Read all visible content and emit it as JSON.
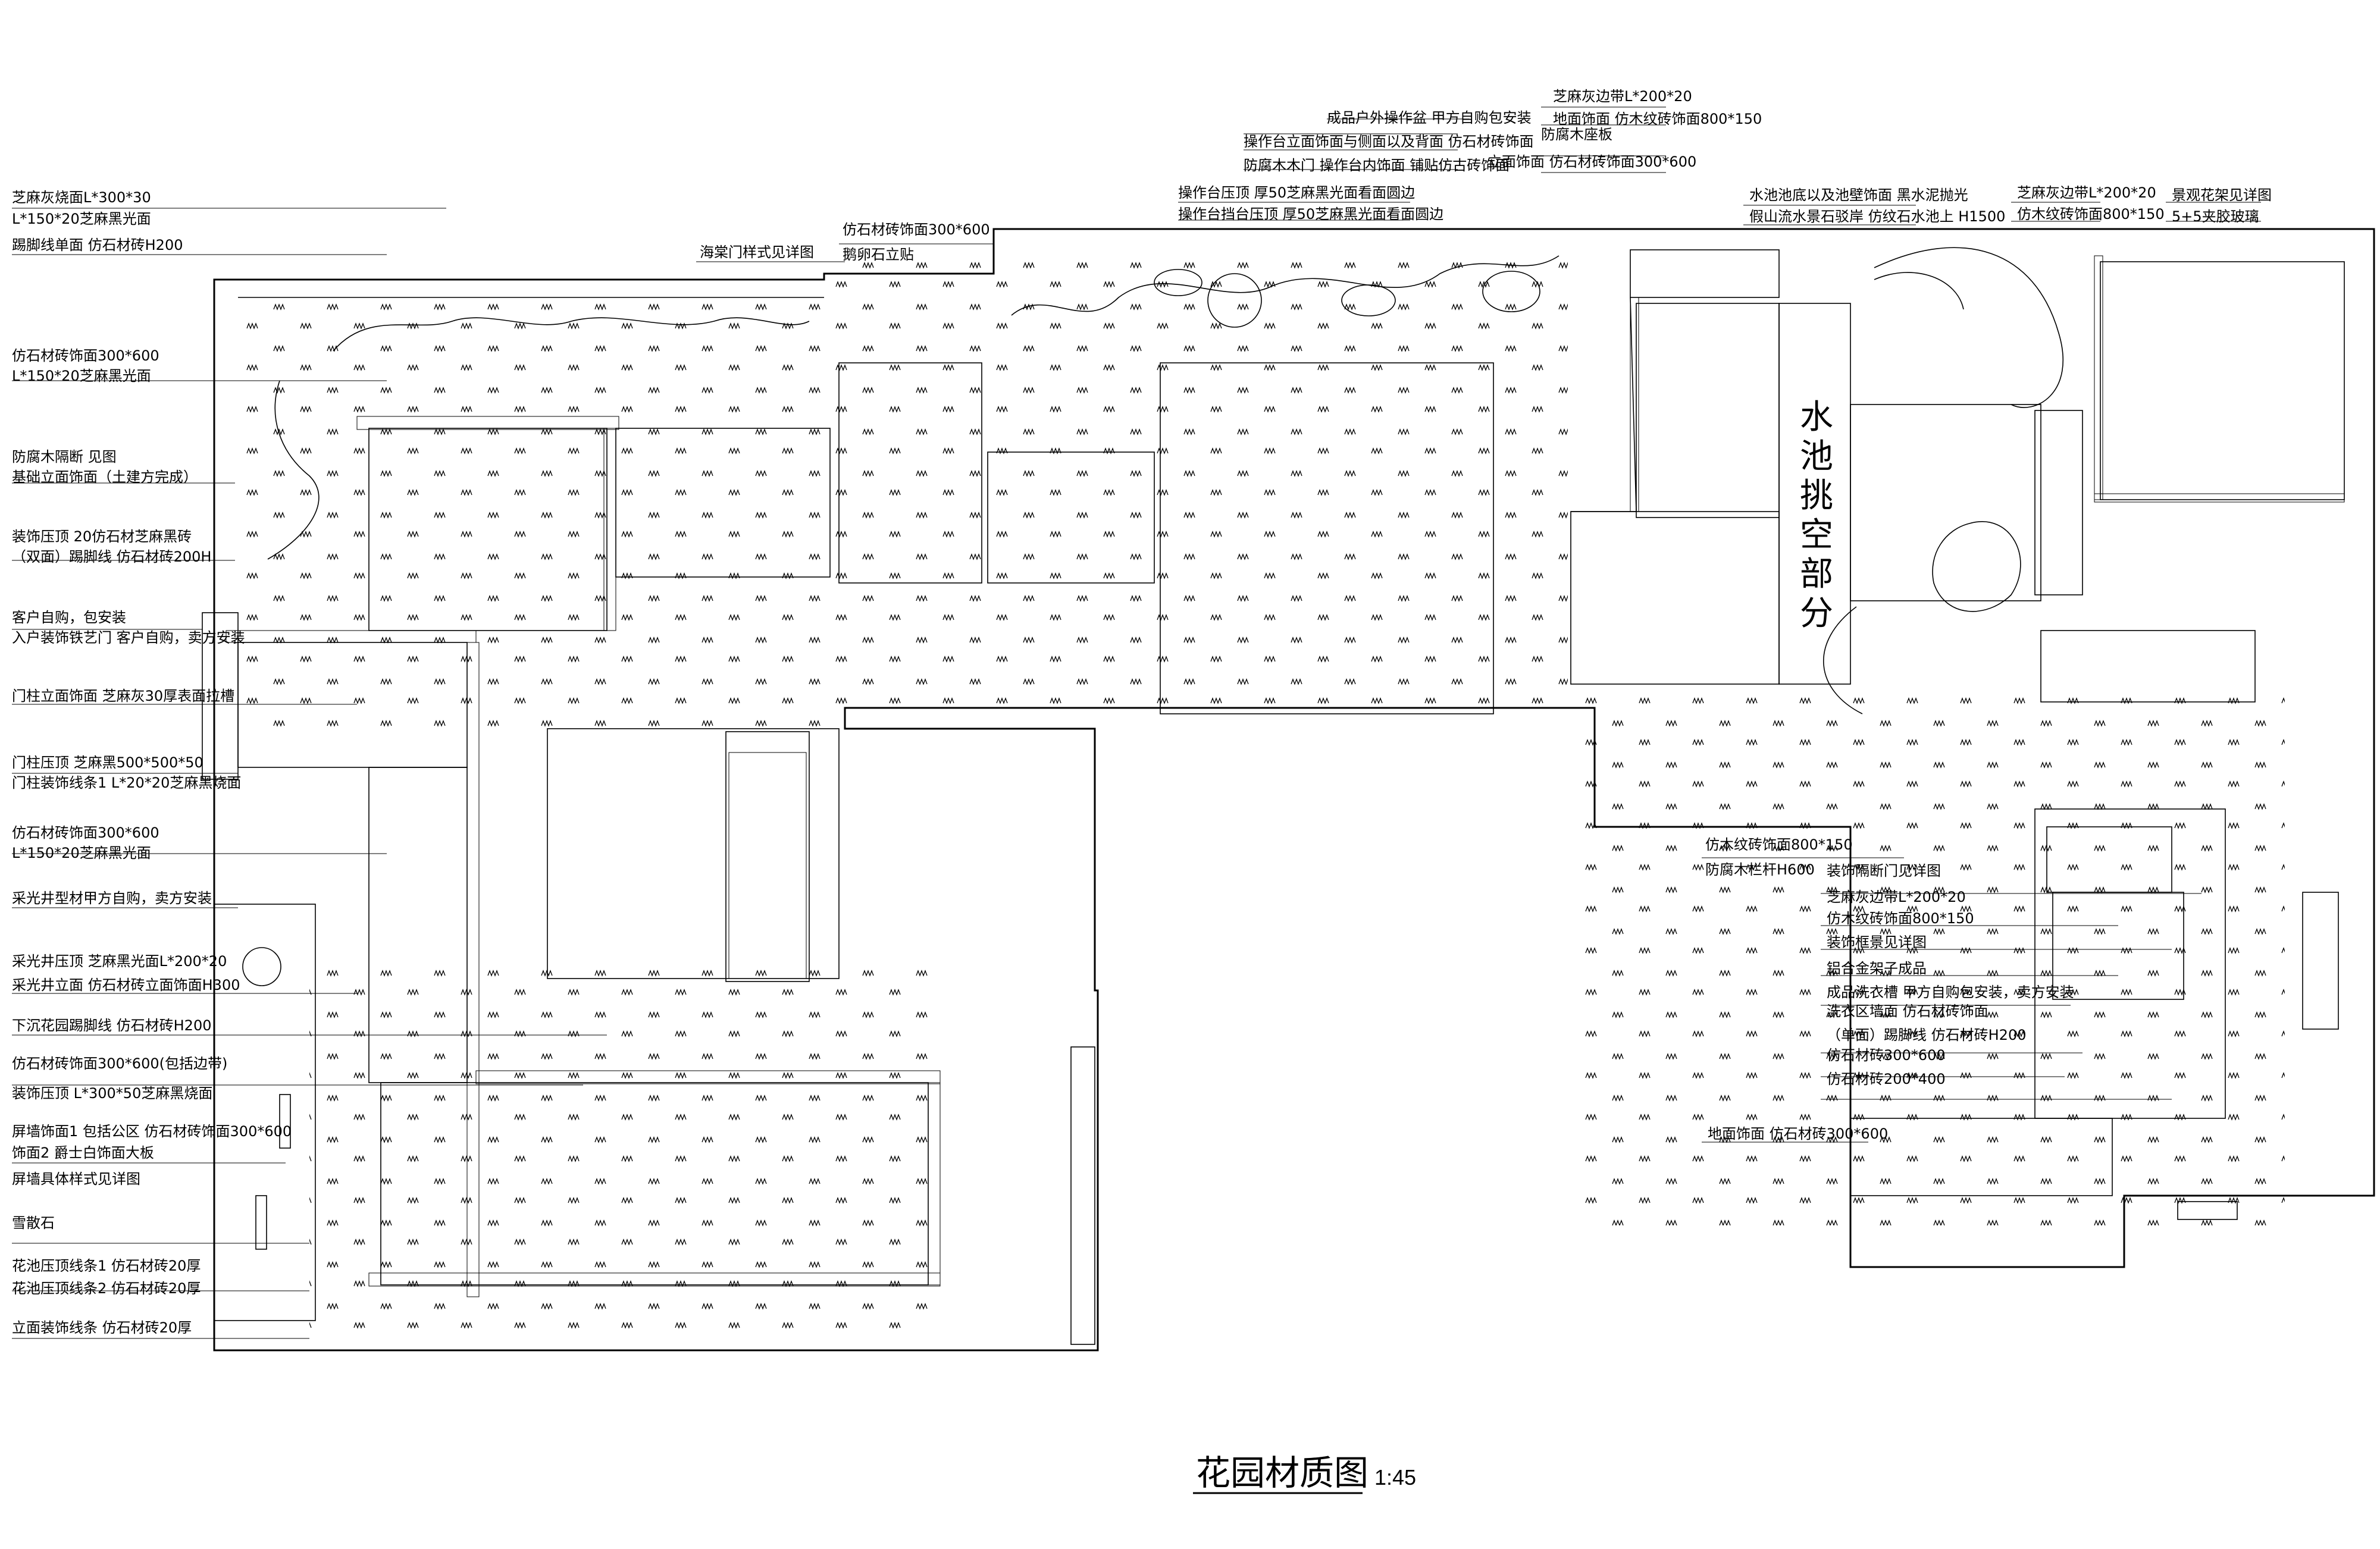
{
  "drawing": {
    "title": "花园材质图",
    "scale": "1:45",
    "pool_label": [
      "水",
      "池",
      "挑",
      "空",
      "部",
      "分"
    ]
  },
  "annotations_left": [
    "芝麻灰烧面L*300*30",
    "L*150*20芝麻黑光面",
    "踢脚线单面  仿石材砖H200",
    "仿石材砖饰面300*600",
    "L*150*20芝麻黑光面",
    "防腐木隔断  见图",
    "基础立面饰面（土建方完成）",
    "装饰压顶  20仿石材芝麻黑砖",
    "（双面）踢脚线  仿石材砖200H",
    "客户自购，包安装",
    "入户装饰铁艺门  客户自购，卖方安装",
    "门柱立面饰面  芝麻灰30厚表面拉槽",
    "门柱压顶  芝麻黑500*500*50",
    "门柱装饰线条1  L*20*20芝麻黑烧面",
    "仿石材砖饰面300*600",
    "L*150*20芝麻黑光面",
    "采光井型材甲方自购，卖方安装",
    "采光井压顶  芝麻黑光面L*200*20",
    "采光井立面  仿石材砖立面饰面H300",
    "下沉花园踢脚线  仿石材砖H200",
    "仿石材砖饰面300*600(包括边带)",
    "装饰压顶  L*300*50芝麻黑烧面",
    "屏墙饰面1  包括公区  仿石材砖饰面300*600",
    "饰面2  爵士白饰面大板",
    "屏墙具体样式见详图",
    "雪散石",
    "花池压顶线条1  仿石材砖20厚",
    "花池压顶线条2  仿石材砖20厚",
    "立面装饰线条  仿石材砖20厚"
  ],
  "annotations_top": [
    "海棠门样式见详图",
    "仿石材砖饰面300*600",
    "鹅卵石立贴",
    "操作台压顶  厚50芝麻黑光面看面圆边",
    "操作台挡台压顶  厚50芝麻黑光面看面圆边",
    "防腐木木门  操作台内饰面  铺贴仿古砖饰面",
    "操作台立面饰面与侧面以及背面  仿石材砖饰面",
    "成品户外操作盆  甲方自购包安装",
    "防腐木座板",
    "立面饰面  仿石材砖饰面300*600",
    "地面饰面  仿木纹砖饰面800*150",
    "芝麻灰边带L*200*20",
    "水池池底以及池壁饰面  黑水泥抛光",
    "假山流水景石驳岸  仿纹石水池上  H1500",
    "芝麻灰边带L*200*20",
    "仿木纹砖饰面800*150",
    "景观花架见详图",
    "5+5夹胶玻璃"
  ],
  "annotations_right": [
    "仿木纹砖饰面800*150",
    "防腐木栏杆H600",
    "装饰隔断门见详图",
    "芝麻灰边带L*200*20",
    "仿木纹砖饰面800*150",
    "装饰框景见详图",
    "铝合金架子成品",
    "成品洗衣槽  甲方自购包安装，卖方安装",
    "洗衣区墙面  仿石材砖饰面",
    "（单面）踢脚线  仿石材砖H200",
    "仿石材砖300*600",
    "仿石材砖200*400",
    "地面饰面  仿石材砖300*600"
  ]
}
